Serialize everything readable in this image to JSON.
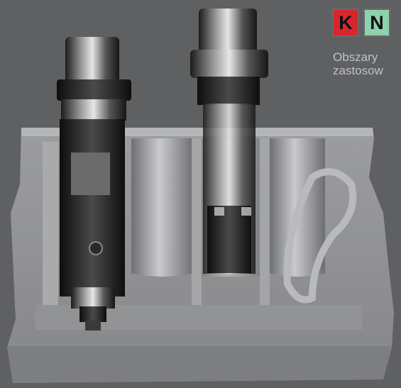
{
  "badges": {
    "k": "K",
    "n": "N"
  },
  "caption": {
    "line1": "Obszary",
    "line2": "zastosow"
  },
  "colors": {
    "background": "#5f6062",
    "badge_k": "#d7262d",
    "badge_n": "#8fd0ad",
    "caption_text": "#bfc1c3"
  },
  "icons": {
    "machined_part": "engine-block-cutaway",
    "tools": "boring-tool-holder"
  }
}
